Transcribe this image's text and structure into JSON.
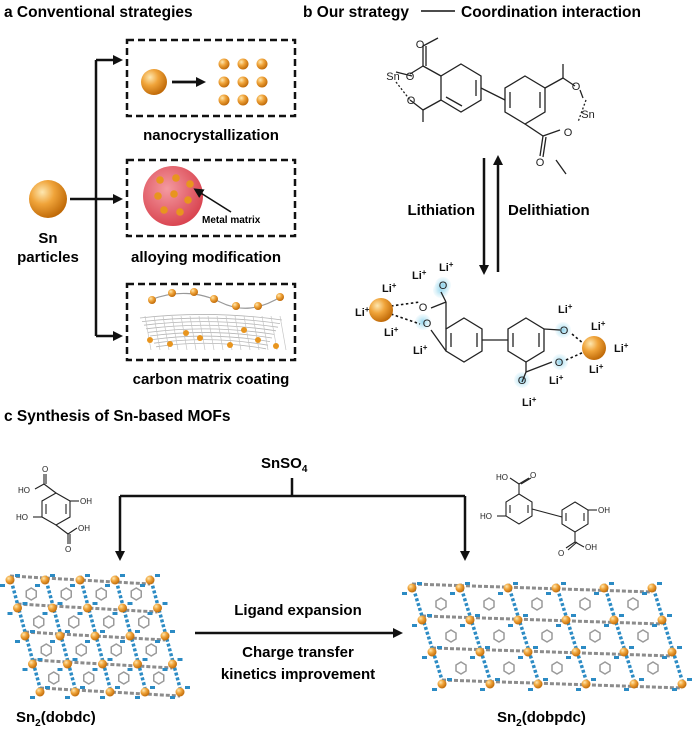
{
  "panel_a": {
    "title": "a Conventional strategies",
    "sn_label_1": "Sn",
    "sn_label_2": "particles",
    "box1_label": "nanocrystallization",
    "box2_label": "alloying modification",
    "box2_inner": "Metal matrix",
    "box3_label": "carbon matrix coating"
  },
  "panel_b": {
    "title_left": "b Our strategy",
    "title_right": "Coordination  interaction",
    "lithiation": "Lithiation",
    "delithiation": "Delithiation",
    "atom_sn": "Sn",
    "atom_o": "O",
    "li_symbol": "Li",
    "li_charge": "+"
  },
  "panel_c": {
    "title": "c Synthesis of Sn-based MOFs",
    "reagent_main": "SnSO",
    "reagent_sub": "4",
    "ligand_oh": "OH",
    "ligand_ho": "HO",
    "ligand_o": "O",
    "arrow_top": "Ligand  expansion",
    "arrow_bottom_1": "Charge transfer",
    "arrow_bottom_2": "kinetics improvement",
    "left_name_pre": "Sn",
    "left_name_sub": "2",
    "left_name_post": "(dobdc)",
    "right_name_pre": "Sn",
    "right_name_sub": "2",
    "right_name_post": "(dobpdc)"
  },
  "colors": {
    "sn_orange": "#e8951e",
    "sn_highlight": "#fbd38a",
    "matrix_pink": "#e56a74",
    "li_glow": "#8fd3ec",
    "mof_blue": "#2c8bc4",
    "mof_gray": "#8c8c8c"
  }
}
